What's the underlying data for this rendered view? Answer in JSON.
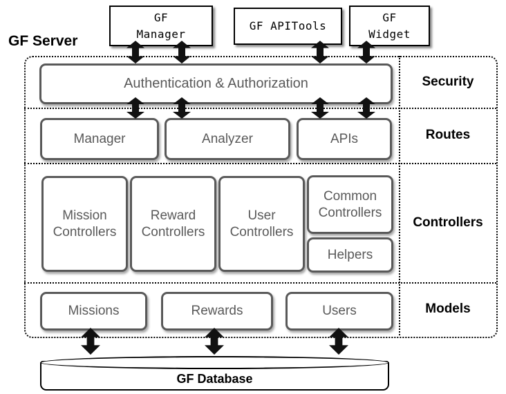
{
  "clients": [
    {
      "id": "gf-manager",
      "label": "GF\nManager"
    },
    {
      "id": "gf-apitools",
      "label": "GF APITools"
    },
    {
      "id": "gf-widget",
      "label": "GF\nWidget"
    }
  ],
  "server": {
    "name": "GF Server",
    "rows": [
      {
        "label": "Security",
        "boxes": [
          "Authentication & Authorization"
        ]
      },
      {
        "label": "Routes",
        "boxes": [
          "Manager",
          "Analyzer",
          "APIs"
        ]
      },
      {
        "label": "Controllers",
        "boxes": [
          "Mission Controllers",
          "Reward Controllers",
          "User Controllers",
          "Common Controllers",
          "Helpers"
        ]
      },
      {
        "label": "Models",
        "boxes": [
          "Missions",
          "Rewards",
          "Users"
        ]
      }
    ]
  },
  "database": {
    "label": "GF Database"
  },
  "colors": {
    "box_border": "#595959",
    "box_text": "#595959",
    "outline": "#000000",
    "client_border": "#000000",
    "arrow": "#111111",
    "background": "#ffffff"
  }
}
